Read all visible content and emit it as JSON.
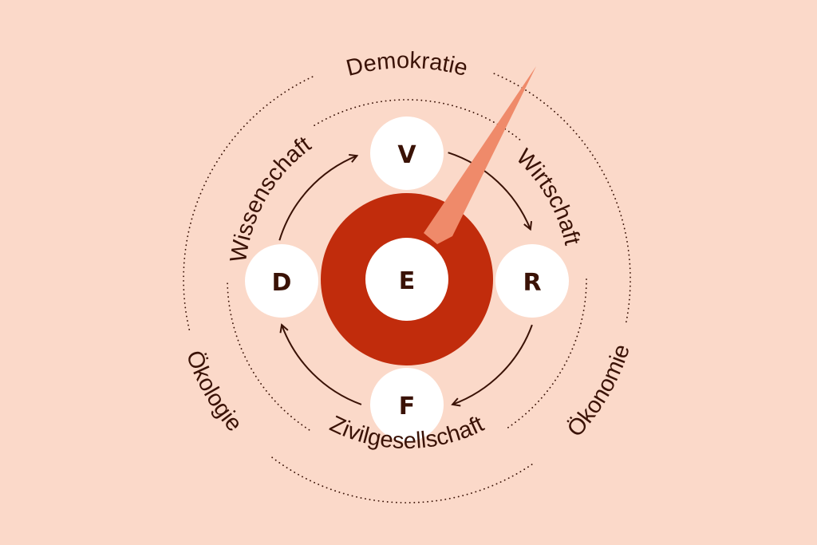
{
  "colors": {
    "background": "#fbd9c9",
    "ring": "#c12c0c",
    "needle": "#ef8a6a",
    "text": "#3a1206",
    "node": "#ffffff"
  },
  "outer_labels": {
    "top": "Demokratie",
    "left": "Ökologie",
    "right": "Ökonomie"
  },
  "inner_labels": {
    "left": "Wissenschaft",
    "right": "Wirtschaft",
    "bottom": "Zivilgesellschaft"
  },
  "nodes": {
    "top": "V",
    "left": "D",
    "right": "R",
    "bottom": "F",
    "center": "E"
  }
}
